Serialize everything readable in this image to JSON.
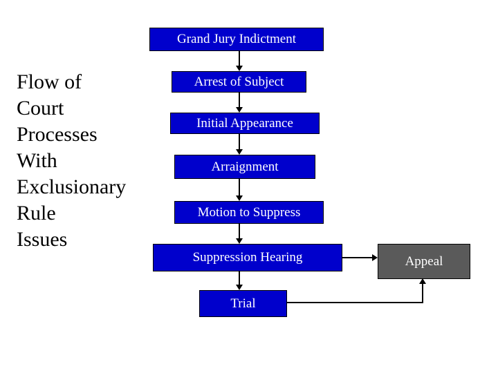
{
  "diagram": {
    "title": "Flow of Court\nProcesses With\nExclusionary Rule\nIssues",
    "heading_text": "Flow of\nCourt\nProcesses\nWith\nExclusionary\nRule\nIssues",
    "colors": {
      "process_fill": "#0000CC",
      "process_text": "#FFFFFF",
      "terminal_fill": "#5A5A5A",
      "terminal_text": "#FFFFFF",
      "connector": "#000000",
      "background": "#FFFFFF"
    },
    "nodes": [
      {
        "id": "indictment",
        "label": "Grand Jury Indictment",
        "type": "process",
        "order": 1
      },
      {
        "id": "arrest",
        "label": "Arrest of Subject",
        "type": "process",
        "order": 2
      },
      {
        "id": "initial",
        "label": "Initial Appearance",
        "type": "process",
        "order": 3
      },
      {
        "id": "arraign",
        "label": "Arraignment",
        "type": "process",
        "order": 4
      },
      {
        "id": "motion",
        "label": "Motion to Suppress",
        "type": "process",
        "order": 5
      },
      {
        "id": "supphearing",
        "label": "Suppression Hearing",
        "type": "process",
        "order": 6
      },
      {
        "id": "trial",
        "label": "Trial",
        "type": "process",
        "order": 7
      },
      {
        "id": "appeal",
        "label": "Appeal",
        "type": "terminal",
        "order": 8
      }
    ],
    "edges": [
      {
        "from": "indictment",
        "to": "arrest",
        "style": "straight-down"
      },
      {
        "from": "arrest",
        "to": "initial",
        "style": "straight-down"
      },
      {
        "from": "initial",
        "to": "arraign",
        "style": "straight-down"
      },
      {
        "from": "arraign",
        "to": "motion",
        "style": "straight-down"
      },
      {
        "from": "motion",
        "to": "supphearing",
        "style": "straight-down"
      },
      {
        "from": "supphearing",
        "to": "trial",
        "style": "straight-down"
      },
      {
        "from": "supphearing",
        "to": "appeal",
        "style": "straight-right"
      },
      {
        "from": "trial",
        "to": "appeal",
        "style": "elbow-right-up"
      }
    ]
  }
}
